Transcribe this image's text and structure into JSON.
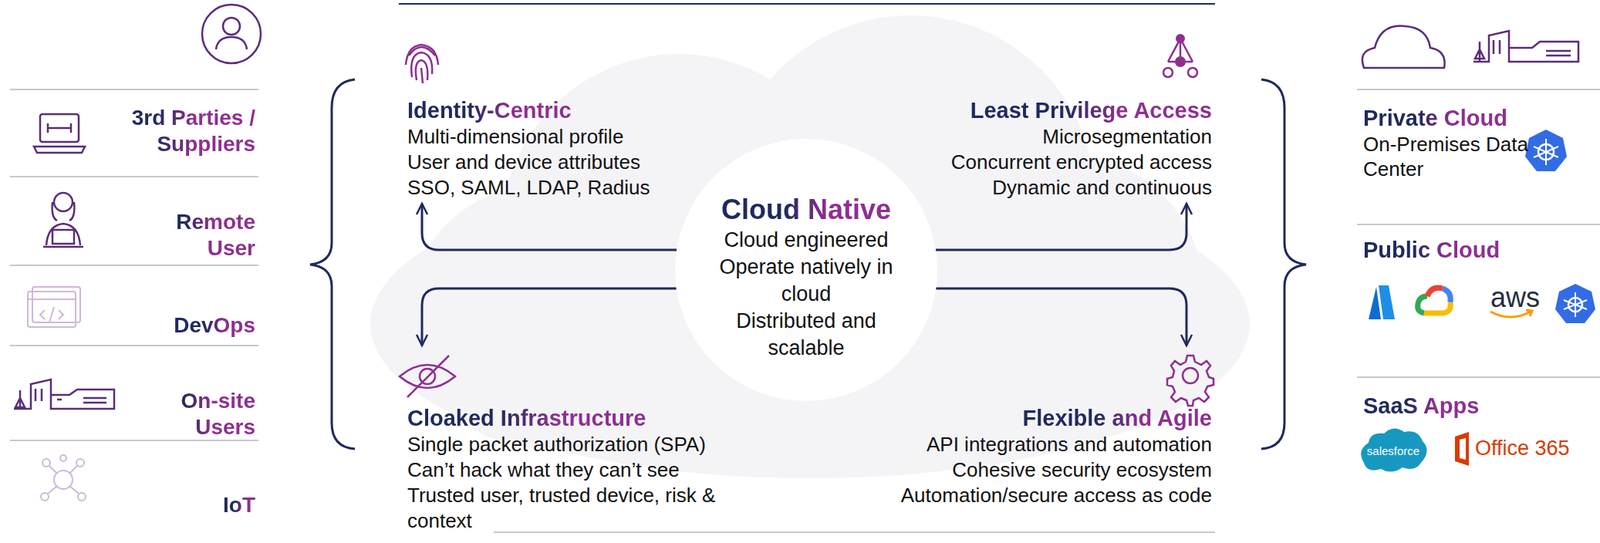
{
  "diagram": {
    "nodes": [
      {
        "text": [
          "3rd Parties / Suppliers"
        ]
      },
      {
        "text": [
          "Remote User"
        ]
      },
      {
        "text": [
          "DevOps"
        ]
      },
      {
        "text": [
          "On-site Users"
        ]
      },
      {
        "text": [
          "IoT"
        ]
      },
      {
        "text": [
          "Identity-Centric",
          "Multi-dimensional profile",
          "User and device attributes",
          "SSO, SAML, LDAP, Radius"
        ]
      },
      {
        "text": [
          "Least Privilege Access",
          "Microsegmentation",
          "Concurrent encrypted access",
          "Dynamic and continuous"
        ]
      },
      {
        "text": [
          "Cloud Native",
          "Cloud engineered",
          "Operate natively in cloud",
          "Distributed and scalable"
        ]
      },
      {
        "text": [
          "Cloaked Infrastructure",
          "Single packet authorization (SPA)",
          "Can’t hack what they can’t see",
          "Trusted user, trusted device, risk & context"
        ]
      },
      {
        "text": [
          "Flexible and Agile",
          "API integrations and automation",
          "Cohesive security ecosystem",
          "Automation/secure access as code"
        ]
      },
      {
        "text": [
          "Private Cloud",
          "On-Premises Data Center"
        ]
      },
      {
        "text": [
          "Public Cloud"
        ]
      },
      {
        "text": [
          "SaaS Apps"
        ]
      }
    ],
    "edges": [
      {
        "from": 7,
        "to": 5,
        "arrow": "to"
      },
      {
        "from": 7,
        "to": 6,
        "arrow": "to"
      },
      {
        "from": 7,
        "to": 8,
        "arrow": "to"
      },
      {
        "from": 7,
        "to": 9,
        "arrow": "to"
      }
    ],
    "labels": [
      "aws",
      "salesforce",
      "Office 365"
    ]
  }
}
